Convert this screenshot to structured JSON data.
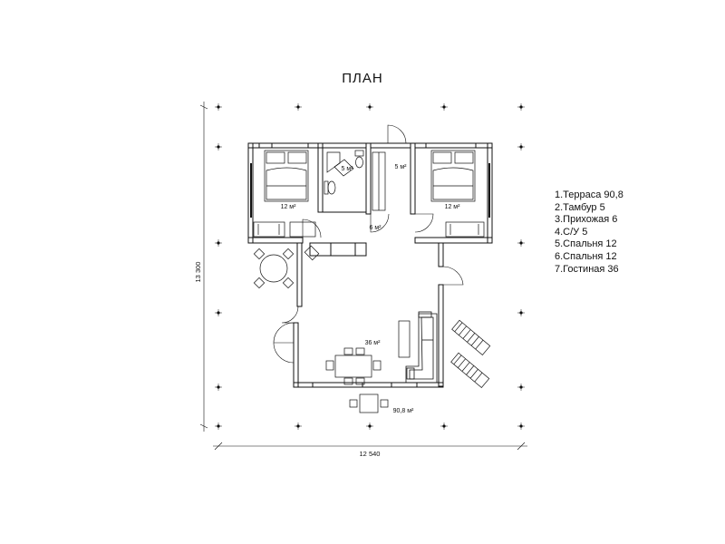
{
  "title": "ПЛАН",
  "legend": [
    "1.Терраса 90,8",
    "2.Тамбур 5",
    "3.Прихожая 6",
    "4.С/У 5",
    "5.Спальня 12",
    "6.Спальня 12",
    "7.Гостиная 36"
  ],
  "areas": {
    "bedroom_left": "12 м²",
    "bathroom": "5 м²",
    "vestibule": "5 м²",
    "bedroom_right": "12 м²",
    "hallway": "6 м²",
    "living": "36 м²",
    "terrace": "90,8 м²"
  },
  "dimensions": {
    "width": "12 540",
    "height": "13 300"
  }
}
